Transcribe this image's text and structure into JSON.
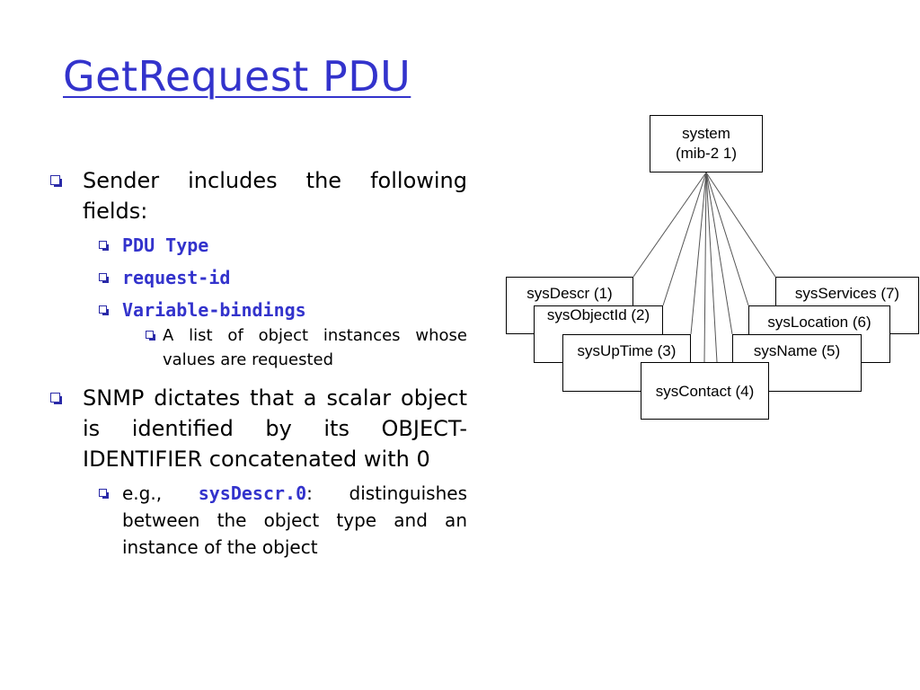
{
  "slide": {
    "title": "GetRequest PDU",
    "bullets": {
      "b1": "Sender includes the following fields:",
      "b1_1": "PDU Type",
      "b1_2": "request-id",
      "b1_3": "Variable-bindings",
      "b1_3_1": "A list of object instances whose values are requested",
      "b2": "SNMP dictates that a scalar object is identified by its OBJECT-IDENTIFIER concatenated with 0",
      "b2_1_prefix": "e.g., ",
      "b2_1_code": "sysDescr.0",
      "b2_1_suffix": ": distinguishes between the object type and an instance of the object"
    }
  },
  "diagram": {
    "root": {
      "line1": "system",
      "line2": "(mib-2 1)"
    },
    "nodes": {
      "sysDescr": "sysDescr (1)",
      "sysObjectId": "sysObjectId (2)",
      "sysUpTime": "sysUpTime (3)",
      "sysContact": "sysContact (4)",
      "sysName": "sysName (5)",
      "sysLocation": "sysLocation (6)",
      "sysServices": "sysServices (7)"
    }
  },
  "colors": {
    "accent": "#3333cc",
    "bullet": "#2a2aa8",
    "text": "#000000"
  }
}
